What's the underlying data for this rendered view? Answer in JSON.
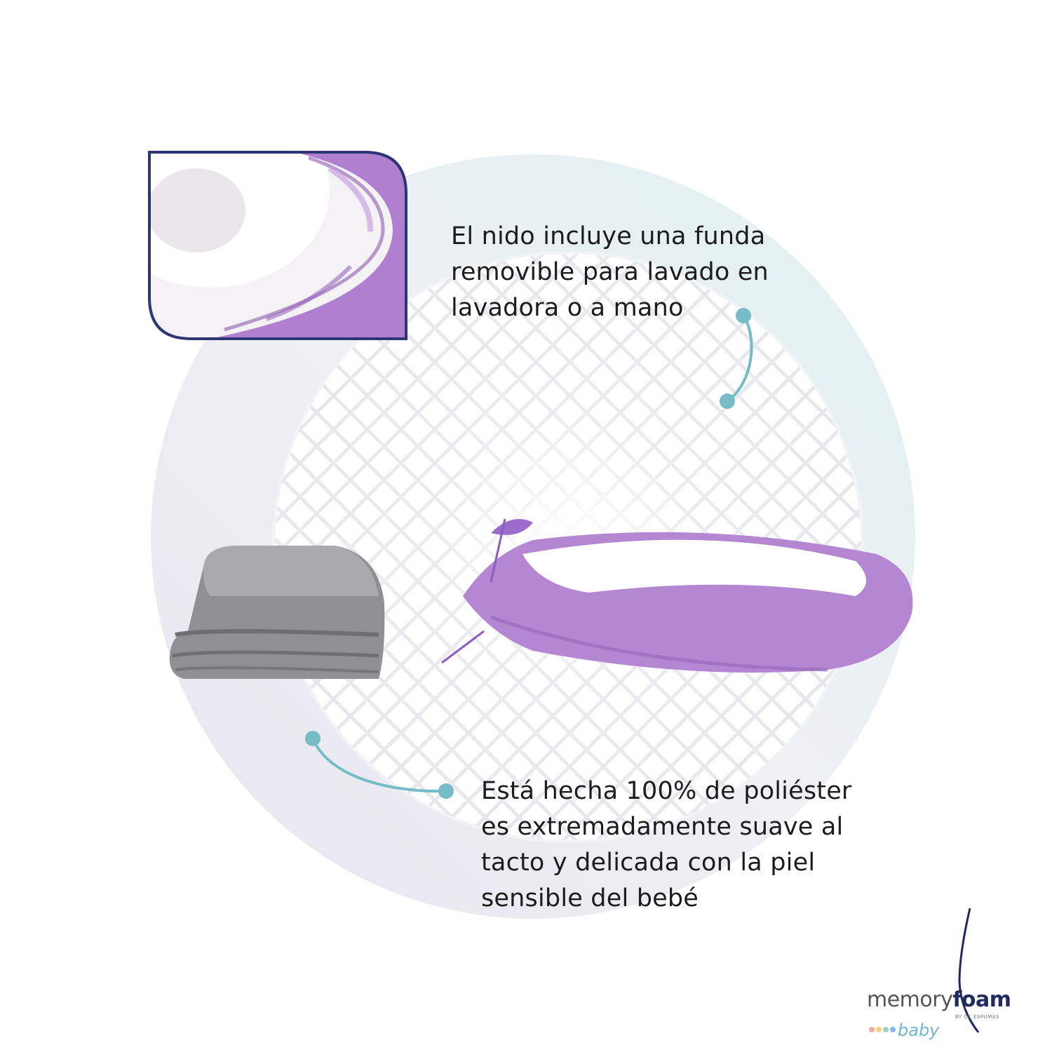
{
  "captions": {
    "top": [
      "El nido incluye una funda",
      "removible para lavado en",
      "lavadora o a mano"
    ],
    "bottom": [
      "Está hecha 100% de poliéster",
      "es extremadamente suave al",
      "tacto y delicada con la piel",
      "sensible del bebé"
    ]
  },
  "logo": {
    "word1": "memory",
    "word2": "foam",
    "byline": "BY CC ESPUMAS",
    "sub": "baby",
    "dot_colors": [
      "#f4a7a0",
      "#f7d27a",
      "#9fd3c7",
      "#8bb7e8"
    ]
  },
  "colors": {
    "accent": "#76bcc6",
    "frame": "#2e3574",
    "purple": "#b586d2",
    "gray_blanket": "#8f9094",
    "circle_left": "#e8eaf0",
    "circle_right": "#e2f1f2"
  },
  "icons": [
    "curve-connector-top",
    "curve-connector-bottom",
    "logo-swoosh"
  ]
}
